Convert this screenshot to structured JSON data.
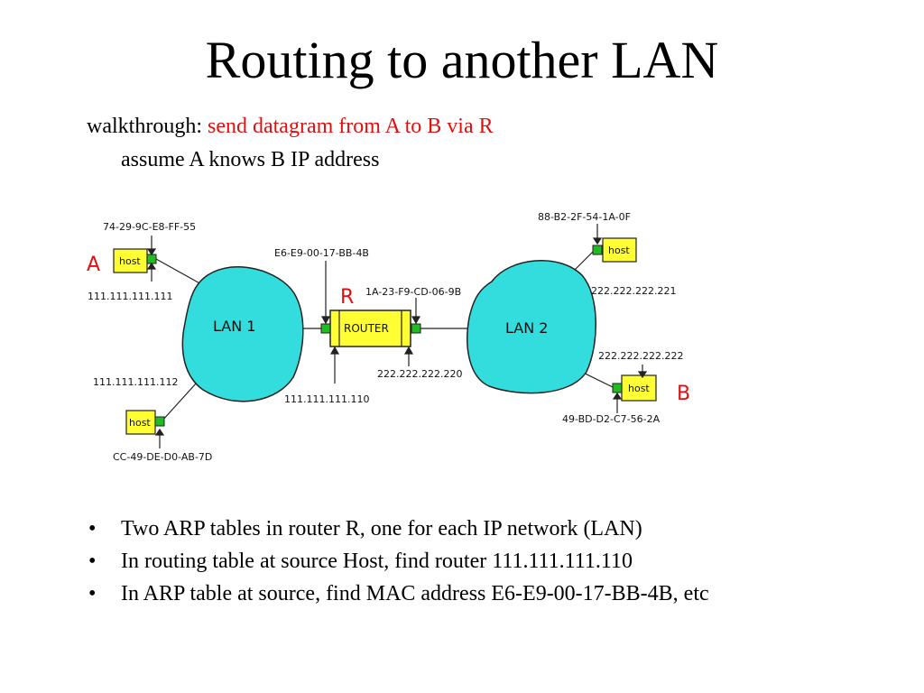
{
  "title": "Routing to another LAN",
  "walkthrough": {
    "label": "walkthrough:",
    "highlight": "send datagram from A to B via R",
    "assumption": "assume  A knows B IP address"
  },
  "diagram": {
    "lan1_label": "LAN 1",
    "lan2_label": "LAN 2",
    "router_label": "ROUTER",
    "host_label": "host",
    "node_a": {
      "letter": "A",
      "mac": "74-29-9C-E8-FF-55",
      "ip": "111.111.111.111"
    },
    "node_c": {
      "mac": "CC-49-DE-D0-AB-7D",
      "ip": "111.111.111.112"
    },
    "router": {
      "letter": "R",
      "mac_left": "E6-E9-00-17-BB-4B",
      "mac_right": "1A-23-F9-CD-06-9B",
      "ip_left": "111.111.111.110",
      "ip_right": "222.222.222.220"
    },
    "node_d": {
      "mac": "88-B2-2F-54-1A-0F",
      "ip": "222.222.222.221"
    },
    "node_b": {
      "letter": "B",
      "mac": "49-BD-D2-C7-56-2A",
      "ip": "222.222.222.222"
    },
    "colors": {
      "cloud": "#33dddd",
      "host": "#ffff33",
      "port": "#22bb22",
      "router": "#ffff33",
      "letter": "#e01010"
    }
  },
  "bullets": [
    {
      "marker": "•",
      "text": "Two ARP tables in  router R, one for each IP network (LAN)"
    },
    {
      "marker": "•",
      "text": "In routing table at source Host, find router 111.111.111.110"
    },
    {
      "marker": "•",
      "text": "In ARP table at source, find MAC address E6-E9-00-17-BB-4B, etc"
    }
  ]
}
